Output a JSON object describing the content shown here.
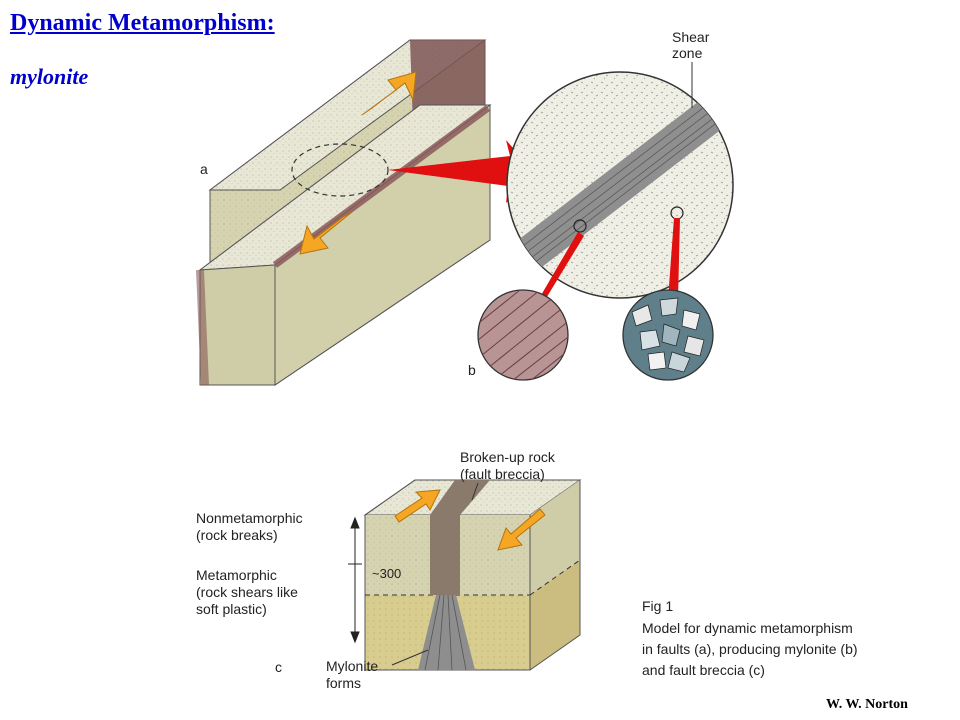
{
  "title": "Dynamic Metamorphism:",
  "subtitle": "mylonite",
  "labels": {
    "panel_a": "a",
    "panel_b": "b",
    "panel_c": "c",
    "shear_zone_1": "Shear",
    "shear_zone_2": "zone",
    "broken_rock_1": "Broken-up rock",
    "broken_rock_2": "(fault breccia)",
    "nonmeta_1": "Nonmetamorphic",
    "nonmeta_2": "(rock breaks)",
    "meta_1": "Metamorphic",
    "meta_2": "(rock shears like",
    "meta_3": "soft plastic)",
    "depth": "~300",
    "mylonite_1": "Mylonite",
    "mylonite_2": "forms"
  },
  "caption": {
    "line1": "Fig 1",
    "line2": "Model for dynamic metamorphism",
    "line3": "in faults (a), producing mylonite (b)",
    "line4": "and fault breccia (c)"
  },
  "credit": "W. W. Norton",
  "colors": {
    "title": "#0000cc",
    "arrow_orange": "#f5a623",
    "arrow_red": "#e01010",
    "block_top": "#e4e2cf",
    "block_front": "#d8d6b2",
    "fault_purple": "#8a5a5a"
  }
}
